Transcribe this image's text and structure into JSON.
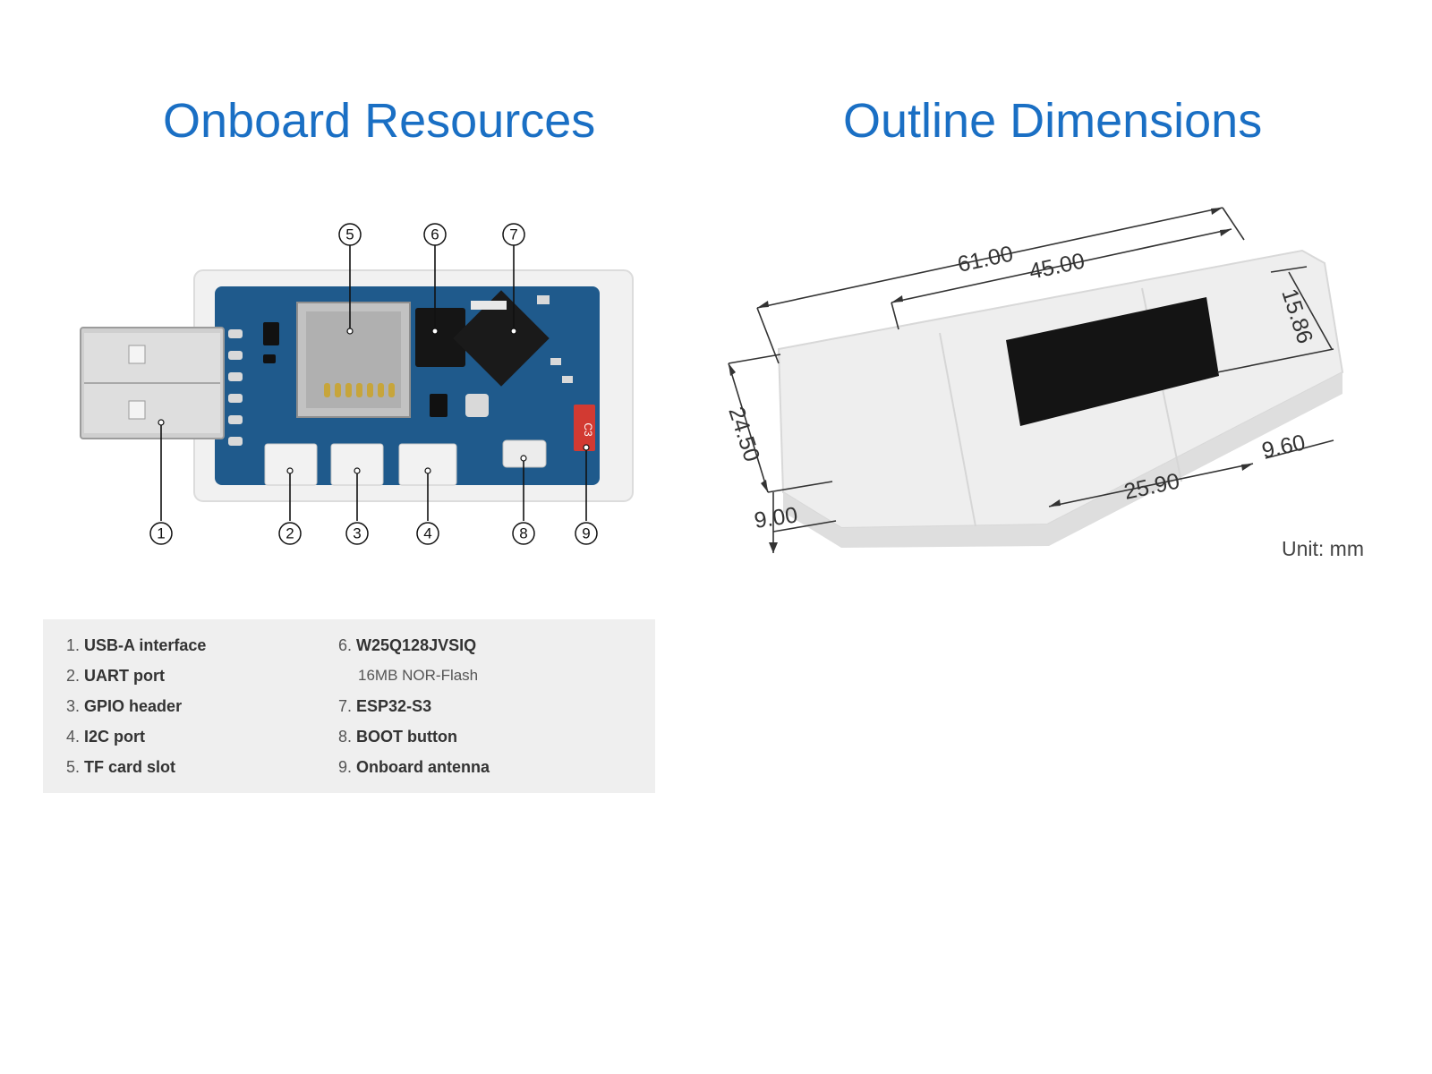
{
  "titles": {
    "left": "Onboard Resources",
    "right": "Outline Dimensions"
  },
  "board": {
    "silkscreen": "C3",
    "callouts": [
      "1",
      "2",
      "3",
      "4",
      "5",
      "6",
      "7",
      "8",
      "9"
    ]
  },
  "dimensions": {
    "values": [
      "61.00",
      "45.00",
      "15.86",
      "24.50",
      "9.60",
      "25.90",
      "9.00"
    ],
    "unit": "Unit: mm"
  },
  "legend": {
    "left": [
      {
        "num": "1.",
        "text": "USB-A interface"
      },
      {
        "num": "2.",
        "text": "UART port"
      },
      {
        "num": "3.",
        "text": "GPIO header"
      },
      {
        "num": "4.",
        "text": "I2C port"
      },
      {
        "num": "5.",
        "text": "TF card slot"
      }
    ],
    "right": [
      {
        "num": "6.",
        "text": "W25Q128JVSIQ",
        "sub": "16MB NOR-Flash"
      },
      {
        "num": "7.",
        "text": "ESP32-S3"
      },
      {
        "num": "8.",
        "text": "BOOT button"
      },
      {
        "num": "9.",
        "text": "Onboard antenna"
      }
    ]
  },
  "colors": {
    "title": "#1a6fc4",
    "pcb": "#1f5a8c",
    "enclosure": "#eeeeee",
    "screen": "#141414",
    "antenna": "#d23a32",
    "legend_bg": "#efefef"
  }
}
